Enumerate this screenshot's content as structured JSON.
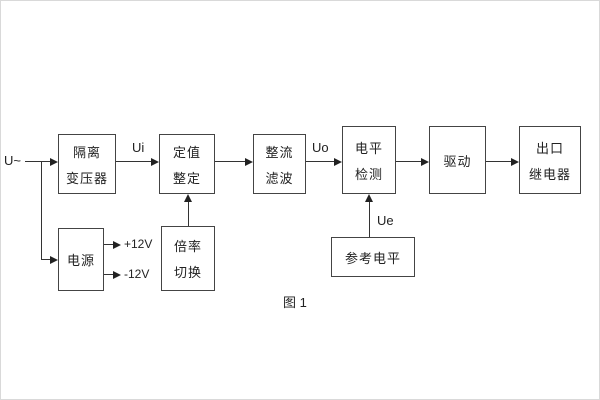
{
  "caption": "图 1",
  "labels": {
    "input": "U~",
    "ui": "Ui",
    "uo": "Uo",
    "ue": "Ue",
    "plus12": "+12V",
    "minus12": "-12V"
  },
  "blocks": {
    "isolation_transformer": {
      "line1": "隔离",
      "line2": "变压器"
    },
    "setting": {
      "line1": "定值",
      "line2": "整定"
    },
    "rectifier_filter": {
      "line1": "整流",
      "line2": "滤波"
    },
    "level_detection": {
      "line1": "电平",
      "line2": "检测"
    },
    "driver": {
      "line1": "驱动"
    },
    "output_relay": {
      "line1": "出口",
      "line2": "继电器"
    },
    "power_supply": {
      "line1": "电源"
    },
    "ratio_switch": {
      "line1": "倍率",
      "line2": "切换"
    },
    "reference_level": {
      "line1": "参考电平"
    }
  },
  "colors": {
    "line": "#333333",
    "border": "#444444",
    "text": "#222222"
  }
}
